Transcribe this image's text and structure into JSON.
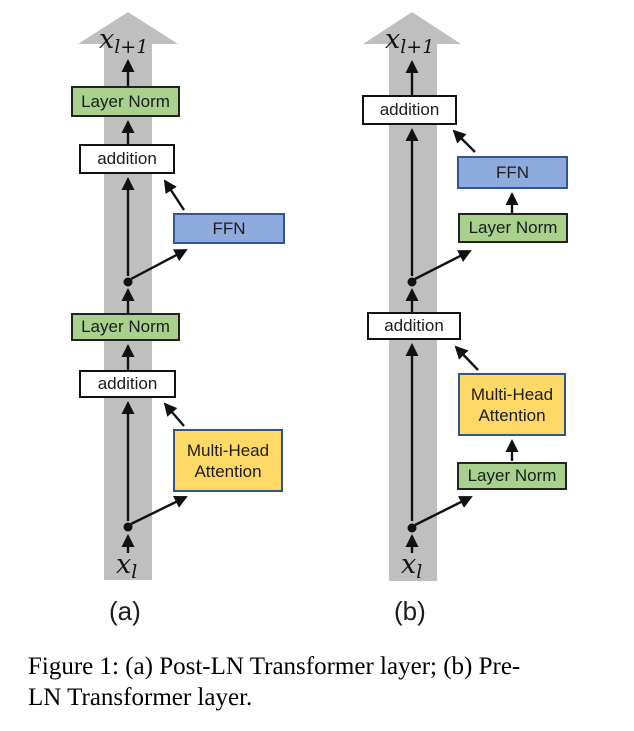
{
  "colors": {
    "band_gray": "#bfbfbf",
    "layer_norm_green": "#a9d18e",
    "ffn_blue": "#8faadc",
    "attention_yellow": "#ffd966",
    "navy_border": "#2f5597",
    "arrow_black": "#111111"
  },
  "diagram_a": {
    "panel_label": "(a)",
    "input_base": "x",
    "input_sub": "l",
    "output_base": "x",
    "output_sub": "l+1",
    "boxes": {
      "layer_norm_top": "Layer Norm",
      "addition_top": "addition",
      "ffn": "FFN",
      "layer_norm_mid": "Layer Norm",
      "addition_bottom": "addition",
      "mha": "Multi-Head Attention"
    }
  },
  "diagram_b": {
    "panel_label": "(b)",
    "input_base": "x",
    "input_sub": "l",
    "output_base": "x",
    "output_sub": "l+1",
    "boxes": {
      "addition_top": "addition",
      "ffn": "FFN",
      "layer_norm_top": "Layer Norm",
      "addition_bottom": "addition",
      "mha": "Multi-Head Attention",
      "layer_norm_bottom": "Layer Norm"
    }
  },
  "caption": {
    "line1": "Figure 1: (a) Post-LN Transformer layer; (b) Pre-",
    "line2": "LN Transformer layer."
  }
}
